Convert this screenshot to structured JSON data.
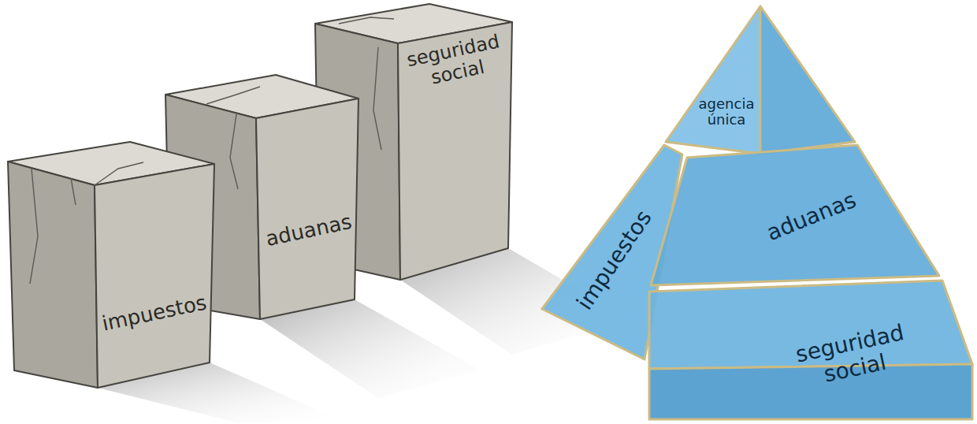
{
  "diagram": {
    "nodes": [
      {
        "text": [
          "impuestos"
        ]
      },
      {
        "text": [
          "aduanas"
        ]
      },
      {
        "text": [
          "seguridad social"
        ]
      },
      {
        "text": [
          "agencia única"
        ]
      },
      {
        "text": [
          "impuestos"
        ]
      },
      {
        "text": [
          "aduanas"
        ]
      },
      {
        "text": [
          "seguridad social"
        ]
      }
    ]
  }
}
